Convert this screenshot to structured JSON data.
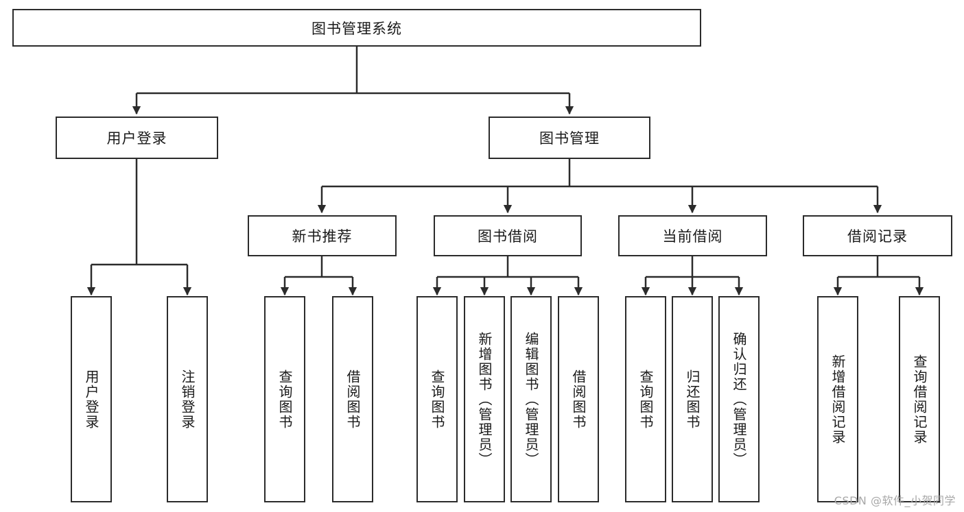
{
  "diagram": {
    "title_node": {
      "label": "图书管理系统"
    },
    "level2": [
      {
        "id": "user-login",
        "label": "用户登录"
      },
      {
        "id": "book-management",
        "label": "图书管理"
      }
    ],
    "level3": [
      {
        "id": "new-book-recommend",
        "label": "新书推荐"
      },
      {
        "id": "book-borrow",
        "label": "图书借阅"
      },
      {
        "id": "current-borrow",
        "label": "当前借阅"
      },
      {
        "id": "borrow-record",
        "label": "借阅记录"
      }
    ],
    "leaves": [
      {
        "id": "leaf-user-login",
        "label": "用户登录",
        "parent": "user-login"
      },
      {
        "id": "leaf-logout-login",
        "label": "注销登录",
        "parent": "user-login"
      },
      {
        "id": "leaf-query-book-1",
        "label": "查询图书",
        "parent": "new-book-recommend"
      },
      {
        "id": "leaf-borrow-book-1",
        "label": "借阅图书",
        "parent": "new-book-recommend"
      },
      {
        "id": "leaf-query-book-2",
        "label": "查询图书",
        "parent": "book-borrow"
      },
      {
        "id": "leaf-add-book",
        "label": "新增图书（管理员）",
        "parent": "book-borrow"
      },
      {
        "id": "leaf-edit-book",
        "label": "编辑图书（管理员）",
        "parent": "book-borrow"
      },
      {
        "id": "leaf-borrow-book-2",
        "label": "借阅图书",
        "parent": "book-borrow"
      },
      {
        "id": "leaf-query-book-3",
        "label": "查询图书",
        "parent": "current-borrow"
      },
      {
        "id": "leaf-return-book",
        "label": "归还图书",
        "parent": "current-borrow"
      },
      {
        "id": "leaf-confirm-return",
        "label": "确认归还（管理员）",
        "parent": "current-borrow"
      },
      {
        "id": "leaf-add-record",
        "label": "新增借阅记录",
        "parent": "borrow-record"
      },
      {
        "id": "leaf-query-record",
        "label": "查询借阅记录",
        "parent": "borrow-record"
      }
    ]
  },
  "watermark": {
    "text": "CSDN @软件_小贺同学"
  },
  "colors": {
    "box_border": "#2b2b2b",
    "box_fill": "#ffffff",
    "connector": "#2b2b2b",
    "text": "#1a1a1a",
    "watermark": "#a8a8a8"
  }
}
